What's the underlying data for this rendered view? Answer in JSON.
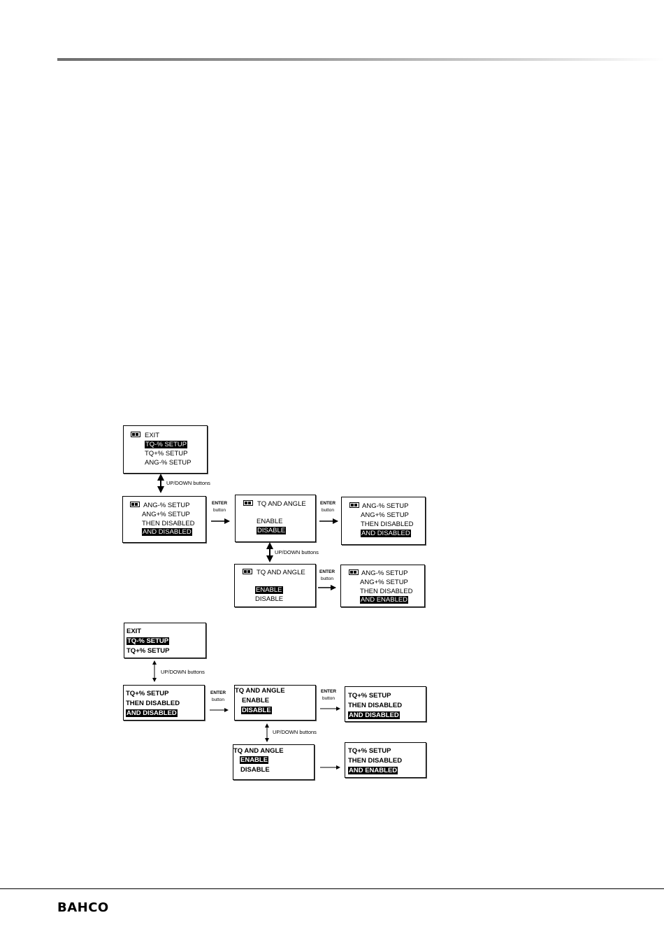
{
  "brand": {
    "logo_text": "BAHCO"
  },
  "labels": {
    "enter": "ENTER",
    "button": "button",
    "updown": "UP/DOWN buttons"
  },
  "diagram1": {
    "menu": {
      "lines": [
        "EXIT",
        "TQ-% SETUP",
        "TQ+% SETUP",
        "ANG-% SETUP"
      ],
      "highlight": 1
    },
    "mode": {
      "lines": [
        "ANG-% SETUP",
        "ANG+% SETUP",
        "THEN DISABLED",
        "AND DISABLED"
      ],
      "highlight": 3
    },
    "select_disable": {
      "lines": [
        "TQ AND ANGLE",
        "ENABLE",
        "DISABLE"
      ],
      "highlight": 2
    },
    "result_disabled": {
      "lines": [
        "ANG-% SETUP",
        "ANG+% SETUP",
        "THEN DISABLED",
        "AND DISABLED"
      ],
      "highlight": 3
    },
    "select_enable": {
      "lines": [
        "TQ AND ANGLE",
        "ENABLE",
        "DISABLE"
      ],
      "highlight": 1
    },
    "result_enabled": {
      "lines": [
        "ANG-% SETUP",
        "ANG+% SETUP",
        "THEN DISABLED",
        "AND ENABLED"
      ],
      "highlight": 3
    }
  },
  "diagram2": {
    "menu": {
      "lines": [
        "EXIT",
        "TQ-% SETUP",
        "TQ+% SETUP"
      ],
      "highlight": 1
    },
    "mode": {
      "lines": [
        "TQ+% SETUP",
        "THEN DISABLED",
        "AND DISABLED"
      ],
      "highlight": 2
    },
    "select_disable": {
      "lines": [
        "TQ AND ANGLE",
        "ENABLE",
        "DISABLE"
      ],
      "highlight": 2
    },
    "result_disabled": {
      "lines": [
        "TQ+% SETUP",
        "THEN DISABLED",
        "AND DISABLED"
      ],
      "highlight": 2
    },
    "select_enable": {
      "lines": [
        "TQ AND ANGLE",
        "ENABLE",
        "DISABLE"
      ],
      "highlight": 1
    },
    "result_enabled": {
      "lines": [
        "TQ+% SETUP",
        "THEN DISABLED",
        "AND ENABLED"
      ],
      "highlight": 2
    }
  }
}
